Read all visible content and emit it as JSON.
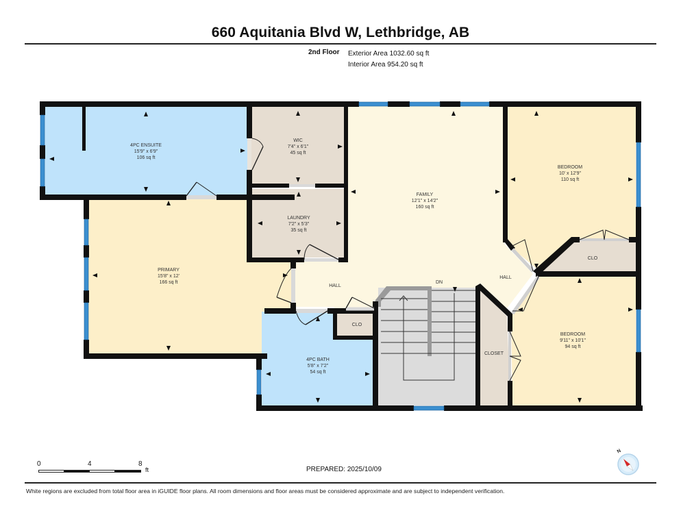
{
  "header": {
    "title": "660 Aquitania Blvd W, Lethbridge, AB",
    "floor_name": "2nd Floor",
    "exterior_area": "Exterior Area 1032.60 sq ft",
    "interior_area": "Interior Area 954.20 sq ft"
  },
  "colors": {
    "wall": "#111111",
    "window": "#3b8fd0",
    "bathroom_fill": "#bfe3fb",
    "bedroom_fill": "#fdefc9",
    "living_fill": "#fdf7e1",
    "utility_fill": "#e6ddd1",
    "stairs_fill": "#dcdcdc"
  },
  "rooms": {
    "ensuite": {
      "name": "4PC ENSUITE",
      "dims": "15'9\" x 6'9\"",
      "area": "106 sq ft"
    },
    "wic": {
      "name": "WIC",
      "dims": "7'4\" x 6'1\"",
      "area": "45 sq ft"
    },
    "laundry": {
      "name": "LAUNDRY",
      "dims": "7'2\" x 5'3\"",
      "area": "35 sq ft"
    },
    "family": {
      "name": "FAMILY",
      "dims": "12'1\" x 14'2\"",
      "area": "160 sq ft"
    },
    "bedroom1": {
      "name": "BEDROOM",
      "dims": "10' x 12'9\"",
      "area": "110 sq ft"
    },
    "primary": {
      "name": "PRIMARY",
      "dims": "15'8\" x 12'",
      "area": "166 sq ft"
    },
    "hall_left": {
      "name": "HALL"
    },
    "hall_right": {
      "name": "HALL"
    },
    "stairs": {
      "name": "DN"
    },
    "clo_bath": {
      "name": "CLO"
    },
    "clo_bed1": {
      "name": "CLO"
    },
    "closet": {
      "name": "CLOSET"
    },
    "bath": {
      "name": "4PC BATH",
      "dims": "5'8\" x 7'2\"",
      "area": "54 sq ft"
    },
    "bedroom2": {
      "name": "BEDROOM",
      "dims": "9'11\" x 10'1\"",
      "area": "94 sq ft"
    }
  },
  "scale_bar": {
    "ticks": [
      "0",
      "4",
      "8"
    ],
    "unit": "ft"
  },
  "compass": {
    "label": "N"
  },
  "footer": {
    "prepared": "PREPARED: 2025/10/09",
    "disclaimer": "White regions are excluded from total floor area in iGUIDE floor plans. All room dimensions and floor areas must be considered approximate and are subject to independent verification."
  }
}
